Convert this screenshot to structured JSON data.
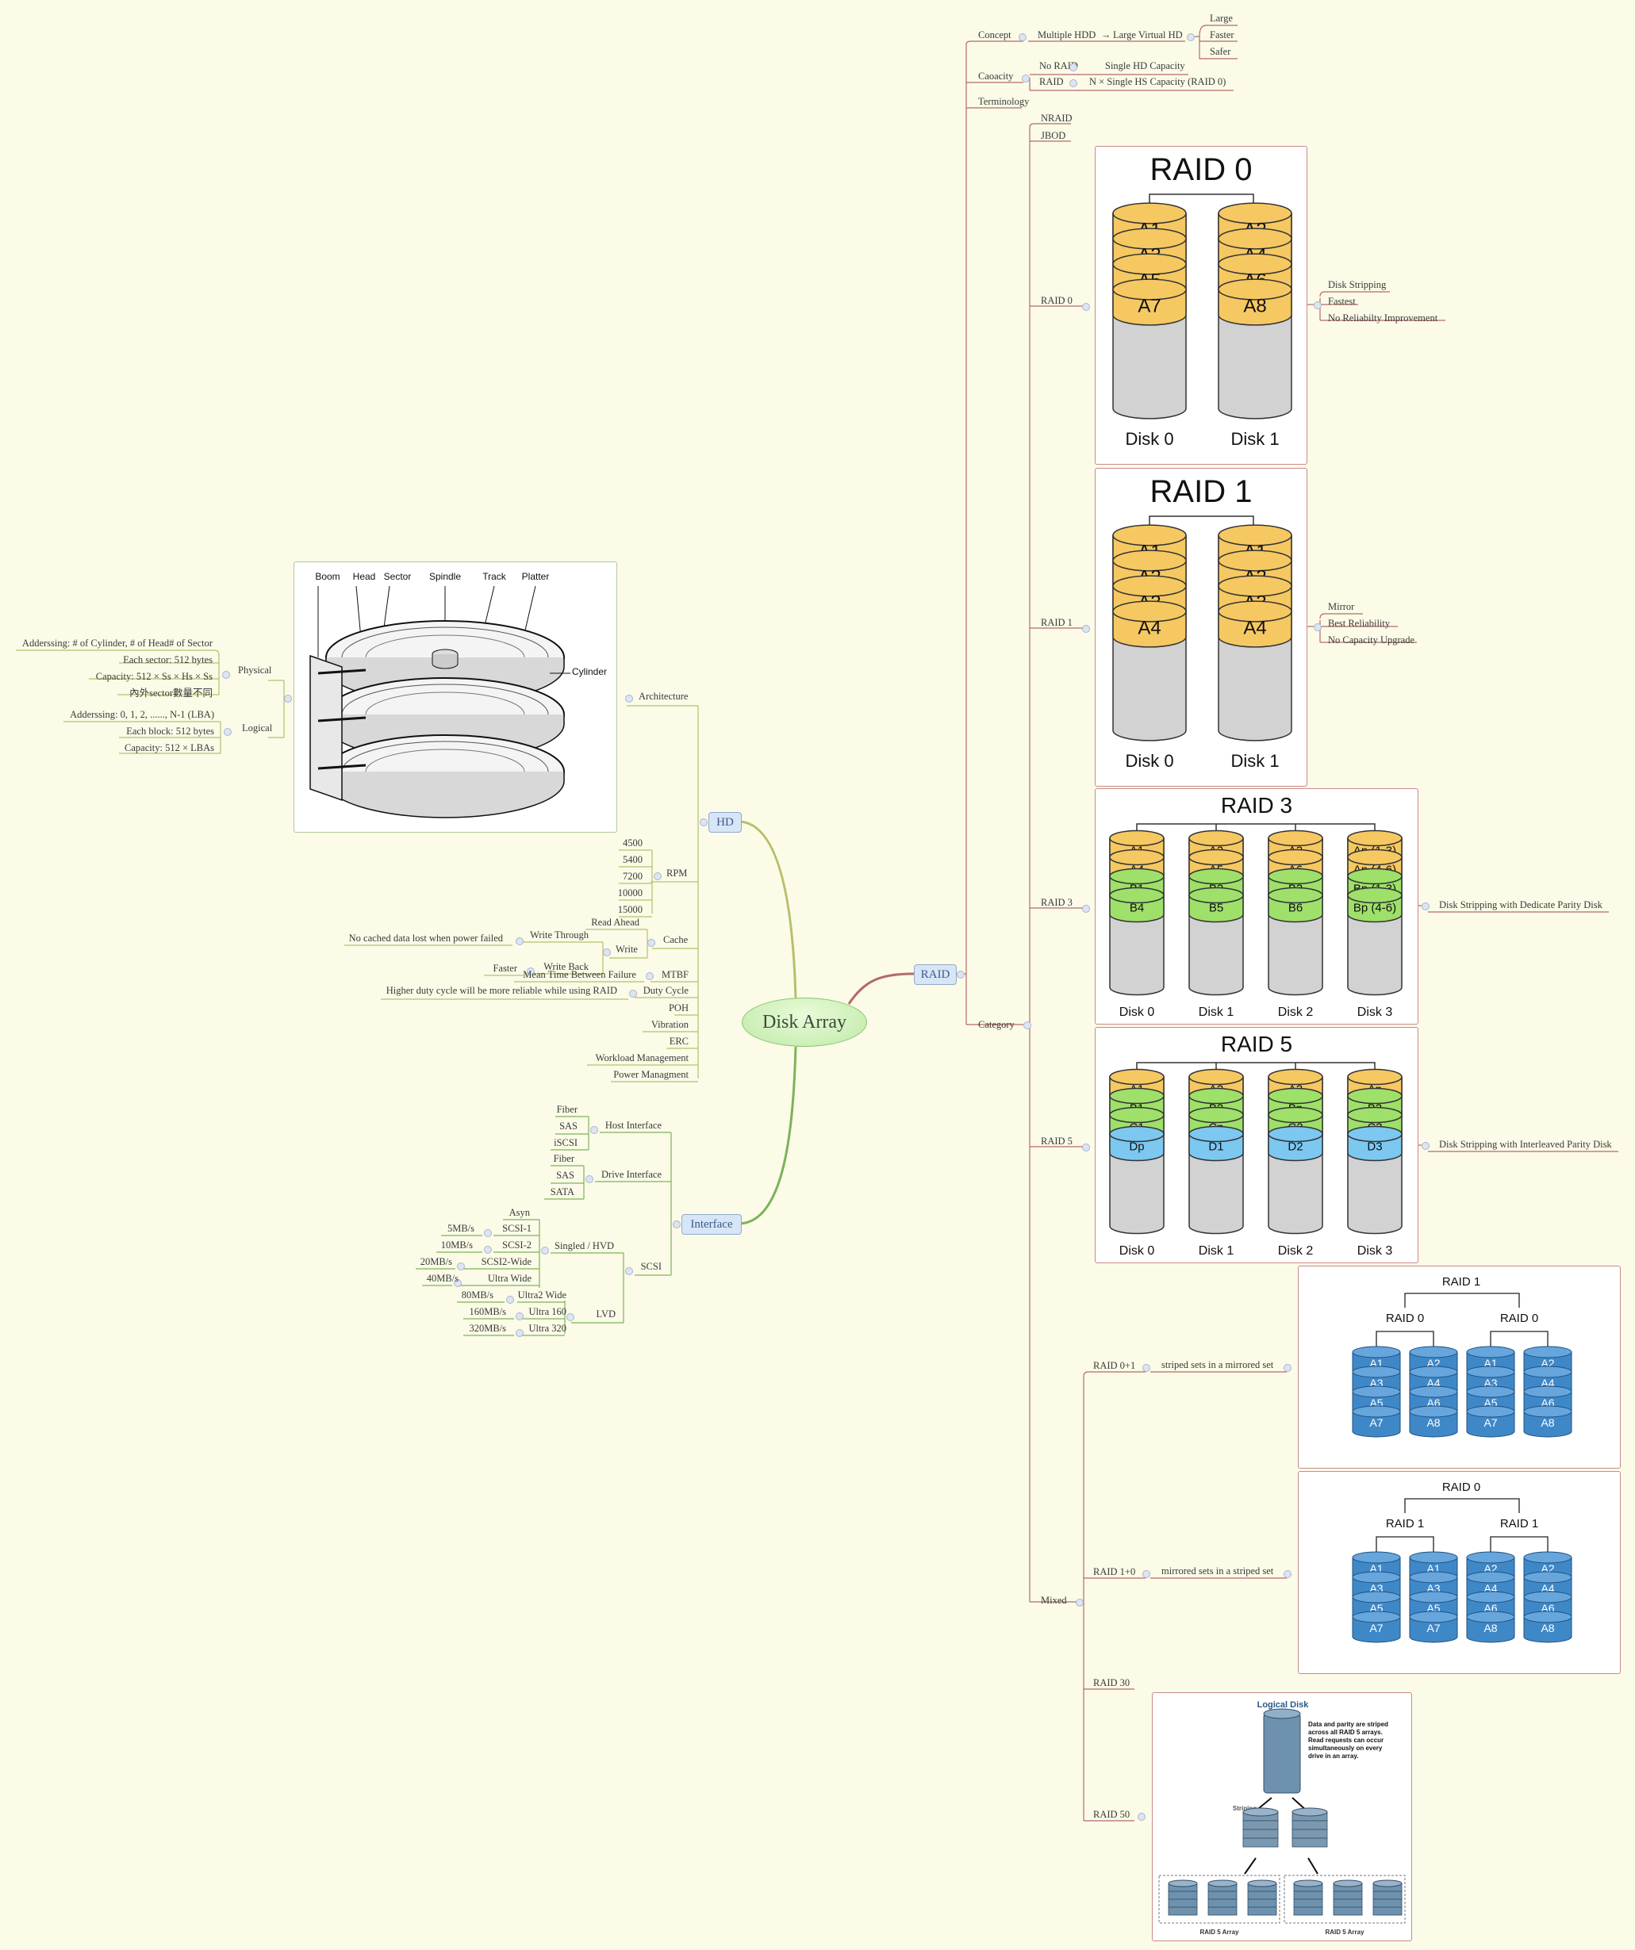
{
  "central": "Disk Array",
  "topics": {
    "raid": "RAID",
    "hd": "HD",
    "interface": "Interface"
  },
  "raid_branch": {
    "concept": {
      "label": "Concept",
      "item": "Multiple HDD",
      "arrow": "→",
      "result": "Large Virtual HD",
      "props": [
        "Large",
        "Faster",
        "Safer"
      ]
    },
    "capacity": {
      "label": "Caoacity",
      "rows": [
        {
          "key": "No RAID",
          "value": "Single HD Capacity"
        },
        {
          "key": "RAID",
          "value": "N × Single HS Capacity (RAID 0)"
        }
      ]
    },
    "terminology": "Terminology",
    "category": "Category",
    "nraid": "NRAID",
    "jbod": "JBOD",
    "raid0": {
      "label": "RAID 0",
      "notes": [
        "Disk Stripping",
        "Fastest",
        "No Reliabilty Improvement"
      ]
    },
    "raid1": {
      "label": "RAID 1",
      "notes": [
        "Mirror",
        "Best Reliability",
        "No Capacity Upgrade"
      ]
    },
    "raid3": {
      "label": "RAID 3",
      "note": "Disk Stripping with Dedicate Parity Disk"
    },
    "raid5": {
      "label": "RAID 5",
      "note": "Disk Stripping with Interleaved Parity Disk"
    },
    "mixed": "Mixed",
    "raid01": {
      "label": "RAID 0+1",
      "note": "striped sets in a mirrored set"
    },
    "raid10": {
      "label": "RAID 1+0",
      "note": "mirrored sets in a striped set"
    },
    "raid30": "RAID 30",
    "raid50": "RAID 50"
  },
  "figures": {
    "raid0": {
      "title": "RAID 0",
      "disks": [
        {
          "name": "Disk 0",
          "blocks": [
            "A1",
            "A3",
            "A5",
            "A7"
          ]
        },
        {
          "name": "Disk 1",
          "blocks": [
            "A2",
            "A4",
            "A6",
            "A8"
          ]
        }
      ]
    },
    "raid1": {
      "title": "RAID 1",
      "disks": [
        {
          "name": "Disk 0",
          "blocks": [
            "A1",
            "A2",
            "A3",
            "A4"
          ]
        },
        {
          "name": "Disk 1",
          "blocks": [
            "A1",
            "A2",
            "A3",
            "A4"
          ]
        }
      ]
    },
    "raid3": {
      "title": "RAID 3",
      "disks": [
        {
          "name": "Disk 0",
          "blocks": [
            "A1",
            "A4",
            "B1",
            "B4"
          ]
        },
        {
          "name": "Disk 1",
          "blocks": [
            "A2",
            "A5",
            "B2",
            "B5"
          ]
        },
        {
          "name": "Disk 2",
          "blocks": [
            "A3",
            "A6",
            "B3",
            "B6"
          ]
        },
        {
          "name": "Disk 3",
          "blocks": [
            "Ap (1-3)",
            "Ap (4-6)",
            "Bp (1-3)",
            "Bp (4-6)"
          ]
        }
      ]
    },
    "raid5": {
      "title": "RAID 5",
      "disks": [
        {
          "name": "Disk 0",
          "blocks": [
            "A1",
            "B1",
            "C1",
            "Dp"
          ]
        },
        {
          "name": "Disk 1",
          "blocks": [
            "A2",
            "B2",
            "Cp",
            "D1"
          ]
        },
        {
          "name": "Disk 2",
          "blocks": [
            "A3",
            "Bp",
            "C2",
            "D2"
          ]
        },
        {
          "name": "Disk 3",
          "blocks": [
            "Ap",
            "B3",
            "C3",
            "D3"
          ]
        }
      ]
    },
    "raid01": {
      "top": "RAID 1",
      "mid": [
        "RAID 0",
        "RAID 0"
      ],
      "disks": [
        [
          "A1",
          "A3",
          "A5",
          "A7"
        ],
        [
          "A2",
          "A4",
          "A6",
          "A8"
        ],
        [
          "A1",
          "A3",
          "A5",
          "A7"
        ],
        [
          "A2",
          "A4",
          "A6",
          "A8"
        ]
      ]
    },
    "raid10": {
      "top": "RAID 0",
      "mid": [
        "RAID 1",
        "RAID 1"
      ],
      "disks": [
        [
          "A1",
          "A3",
          "A5",
          "A7"
        ],
        [
          "A1",
          "A3",
          "A5",
          "A7"
        ],
        [
          "A2",
          "A4",
          "A6",
          "A8"
        ],
        [
          "A2",
          "A4",
          "A6",
          "A8"
        ]
      ]
    },
    "raid50": {
      "title": "Logical Disk",
      "desc": [
        "Data and parity are striped",
        "across all RAID 5 arrays.",
        "Read requests can occur",
        "simultaneously on every",
        "drive in an array."
      ],
      "striping": "Striping",
      "array": "RAID 5 Array"
    },
    "hd": {
      "labels": [
        "Boom",
        "Head",
        "Sector",
        "Spindle",
        "Track",
        "Platter"
      ],
      "cylinder": "Cylinder"
    }
  },
  "hd_branch": {
    "architecture": "Architecture",
    "physical": {
      "label": "Physical",
      "items": [
        "Adderssing: # of Cylinder, # of Head# of Sector",
        "Each sector: 512 bytes",
        "Capacity: 512 × Ss × Hs × Ss",
        "內外sector數量不同"
      ]
    },
    "logical": {
      "label": "Logical",
      "items": [
        "Adderssing: 0, 1, 2, ......, N-1 (LBA)",
        "Each block: 512 bytes",
        "Capacity: 512 × LBAs"
      ]
    },
    "rpm": {
      "label": "RPM",
      "values": [
        "4500",
        "5400",
        "7200",
        "10000",
        "15000"
      ]
    },
    "cache": {
      "label": "Cache",
      "read_ahead": "Read Ahead",
      "write": "Write",
      "write_through": "Write Through",
      "write_through_note": "No cached data lost when power failed",
      "write_back": "Write Back",
      "write_back_note": "Faster"
    },
    "mtbf": "MTBF",
    "mtbf_note": "Mean Time Between Failure",
    "duty_cycle": "Duty Cycle",
    "duty_cycle_note": "Higher duty cycle will be more reliable while using RAID",
    "others": [
      "POH",
      "Vibration",
      "ERC",
      "Workload Management",
      "Power Managment"
    ]
  },
  "interface_branch": {
    "host": {
      "label": "Host Interface",
      "items": [
        "Fiber",
        "SAS",
        "iSCSI"
      ]
    },
    "drive": {
      "label": "Drive Interface",
      "items": [
        "Fiber",
        "SAS",
        "SATA"
      ]
    },
    "scsi": {
      "label": "SCSI",
      "asyn": "Asyn",
      "singled": {
        "label": "Singled / HVD",
        "items": [
          {
            "name": "SCSI-1",
            "speed": "5MB/s"
          },
          {
            "name": "SCSI-2",
            "speed": "10MB/s"
          },
          {
            "name": "SCSI2-Wide",
            "speed": "20MB/s"
          },
          {
            "name": "Ultra Wide",
            "speed": "40MB/s"
          }
        ]
      },
      "lvd": {
        "label": "LVD",
        "items": [
          {
            "name": "Ultra2 Wide",
            "speed": "80MB/s"
          },
          {
            "name": "Ultra 160",
            "speed": "160MB/s"
          },
          {
            "name": "Ultra 320",
            "speed": "320MB/s"
          }
        ]
      }
    }
  },
  "colors": {
    "background": "#fbfbe8",
    "raid_line": "#b56a6a",
    "hd_line": "#b8bf6a",
    "interface_line": "#7cb35a",
    "cyl_yellow": "#f5c862",
    "cyl_green": "#9ee06a",
    "cyl_blue": "#7cc8f0",
    "cyl_grey": "#d2d2d2",
    "mixed_blue": "#3f88c8"
  }
}
